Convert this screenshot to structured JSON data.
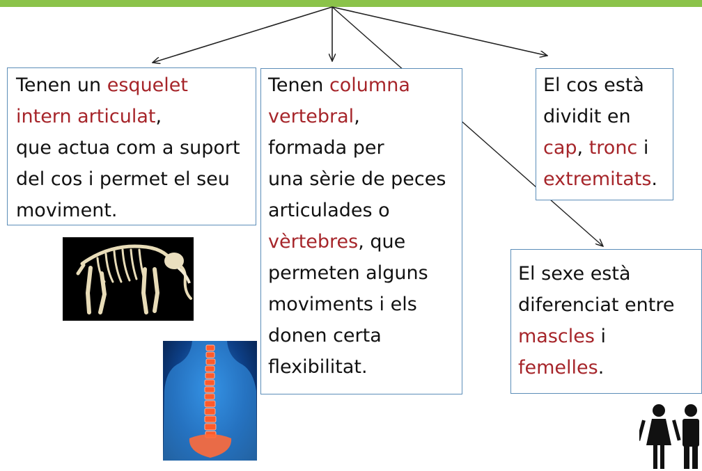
{
  "colors": {
    "top_bar": "#8bc34a",
    "box_border": "#5b8db8",
    "highlight": "#a6252a",
    "connector": "#222222"
  },
  "boxes": {
    "internal_skeleton": {
      "line1": {
        "a": "Tenen un ",
        "b": "esquelet"
      },
      "line2": {
        "a": " intern articulat",
        "b": ","
      },
      "line3": "que actua com a suport",
      "line4": "del cos i permet el seu",
      "line5": "moviment."
    },
    "vertebral_column": {
      "line1": {
        "a": "Tenen ",
        "b": "columna"
      },
      "line2": {
        "a": "vertebral",
        "b": ","
      },
      "line3": "formada per",
      "line4": " una sèrie de peces",
      "line5": "articulades o",
      "line6": {
        "a": " vèrtebres",
        "b": ", que"
      },
      "line7": " permeten alguns",
      "line8": " moviments i els",
      "line9": " donen certa",
      "line10": " flexibilitat."
    },
    "body_parts": {
      "line1": " El cos està",
      "line2": "dividit en",
      "line3": {
        "a": " cap",
        "b": ", ",
        "c": "tronc",
        "d": " i"
      },
      "line4": {
        "a": "extremitats",
        "b": "."
      }
    },
    "sexes": {
      "line1": " El sexe està",
      "line2": "diferenciat entre",
      "line3": {
        "a": " mascles",
        "b": " i"
      },
      "line4": {
        "a": "femelles",
        "b": "."
      }
    }
  },
  "images": {
    "elephant": "elephant-skeleton-image",
    "spine": "human-spine-image",
    "people": "woman-man-pictogram"
  }
}
